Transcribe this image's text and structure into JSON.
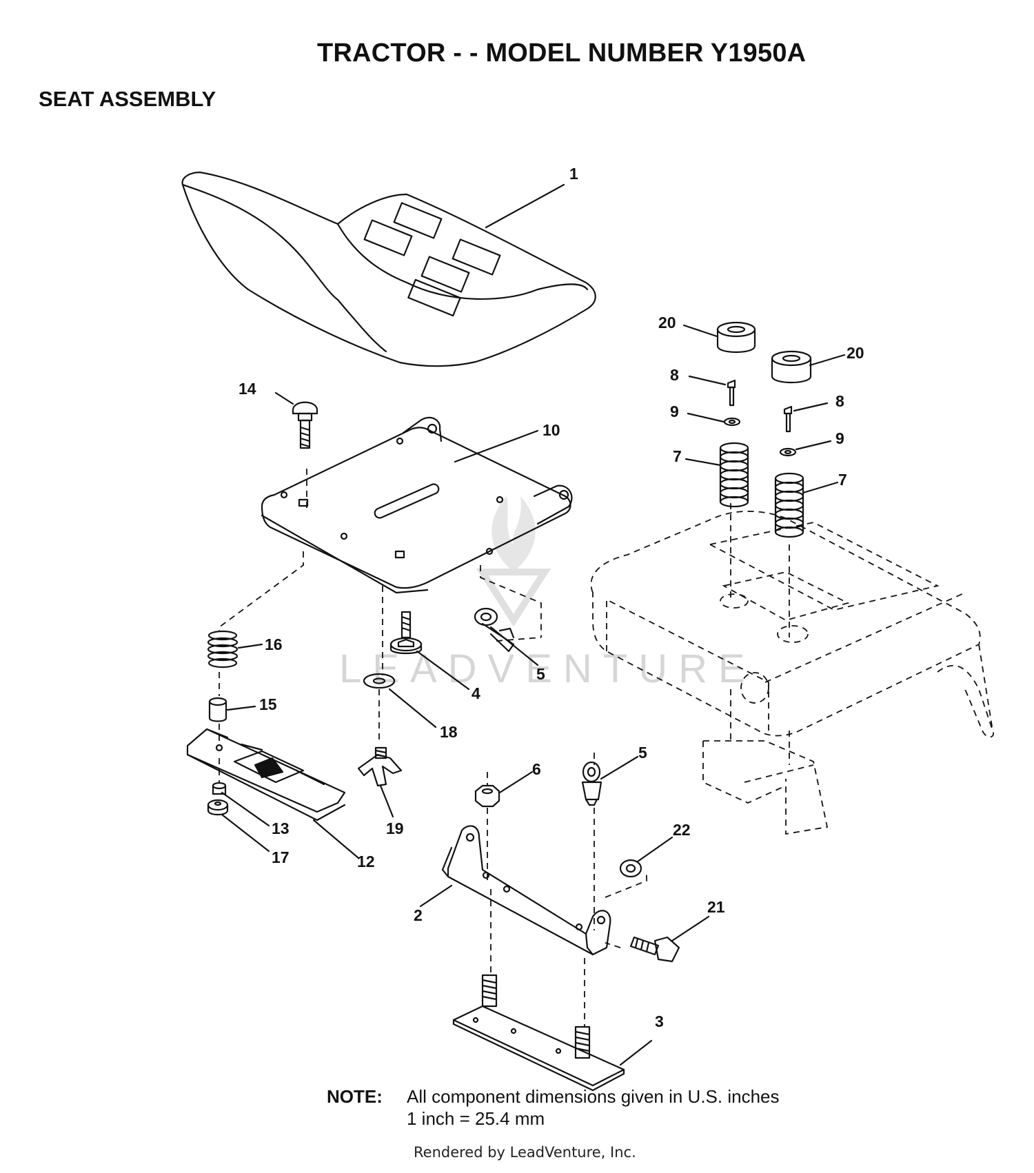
{
  "header": {
    "title": "TRACTOR - - MODEL NUMBER Y1950A",
    "section": "SEAT ASSEMBLY"
  },
  "diagram": {
    "watermark": "LEADVENTURE",
    "callouts": {
      "c1": "1",
      "c2": "2",
      "c3": "3",
      "c4": "4",
      "c5a": "5",
      "c5b": "5",
      "c6": "6",
      "c7a": "7",
      "c7b": "7",
      "c8a": "8",
      "c8b": "8",
      "c9a": "9",
      "c9b": "9",
      "c10": "10",
      "c12": "12",
      "c13": "13",
      "c14": "14",
      "c15": "15",
      "c16": "16",
      "c17": "17",
      "c18": "18",
      "c19": "19",
      "c20a": "20",
      "c20b": "20",
      "c21": "21",
      "c22": "22"
    }
  },
  "note": {
    "label": "NOTE:",
    "line1": "All component dimensions given in U.S. inches",
    "line2": "1 inch = 25.4 mm"
  },
  "footer": {
    "text": "Rendered by LeadVenture, Inc."
  }
}
